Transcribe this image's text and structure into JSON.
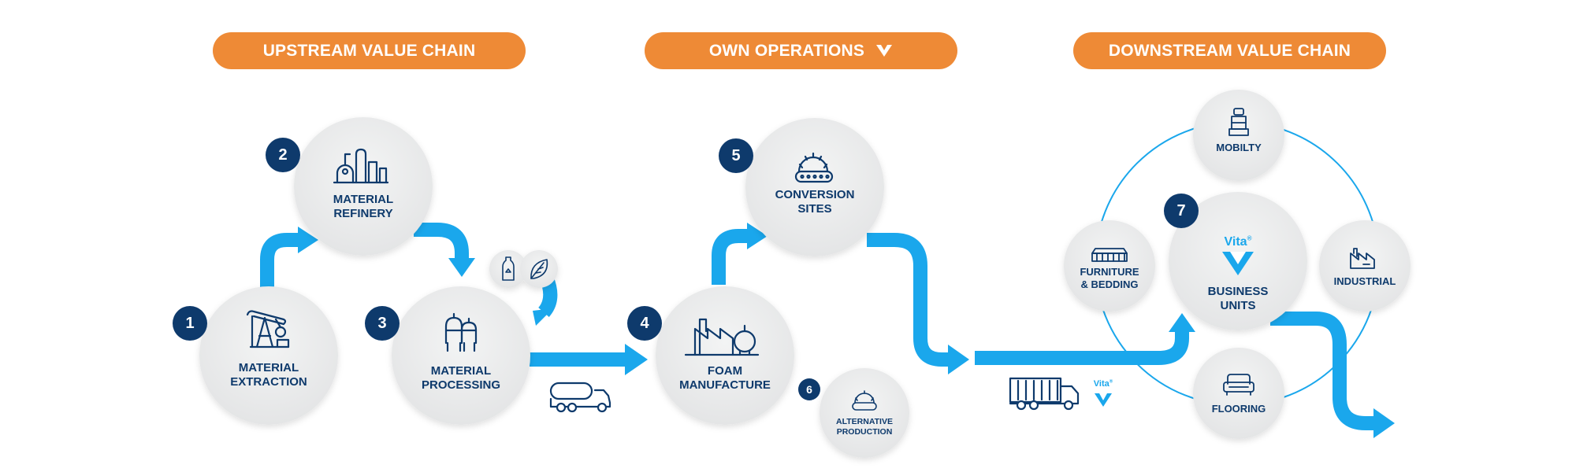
{
  "headers": {
    "upstream": "UPSTREAM VALUE CHAIN",
    "own": "OWN OPERATIONS",
    "downstream": "DOWNSTREAM VALUE CHAIN"
  },
  "steps": [
    {
      "num": "1",
      "line1": "MATERIAL",
      "line2": "EXTRACTION"
    },
    {
      "num": "2",
      "line1": "MATERIAL",
      "line2": "REFINERY"
    },
    {
      "num": "3",
      "line1": "MATERIAL",
      "line2": "PROCESSING"
    },
    {
      "num": "4",
      "line1": "FOAM",
      "line2": "MANUFACTURE"
    },
    {
      "num": "5",
      "line1": "CONVERSION",
      "line2": "SITES"
    },
    {
      "num": "6",
      "line1": "ALTERNATIVE",
      "line2": "PRODUCTION"
    },
    {
      "num": "7",
      "line1": "BUSINESS",
      "line2": "UNITS"
    }
  ],
  "business_units": {
    "mobility": "MOBILTY",
    "industrial": "INDUSTRIAL",
    "flooring": "FLOORING",
    "furniture_line1": "FURNITURE",
    "furniture_line2": "& BEDDING"
  },
  "brand": {
    "logo_text": "Vita",
    "mark": "®"
  },
  "icons": [
    "oil-pump-jack-icon",
    "refinery-icon",
    "tanks-icon",
    "recycled-bottle-icon",
    "leaf-icon",
    "tanker-truck-icon",
    "factory-icon",
    "conveyor-icon",
    "box-truck-icon",
    "car-seat-icon",
    "mattress-icon",
    "industrial-building-icon",
    "sofa-icon",
    "vita-logo-icon"
  ],
  "colors": {
    "orange": "#ee8a36",
    "navy": "#0e3a6c",
    "blue_arrow": "#1aa7ec",
    "circle_gray": "#e9eaeb"
  }
}
